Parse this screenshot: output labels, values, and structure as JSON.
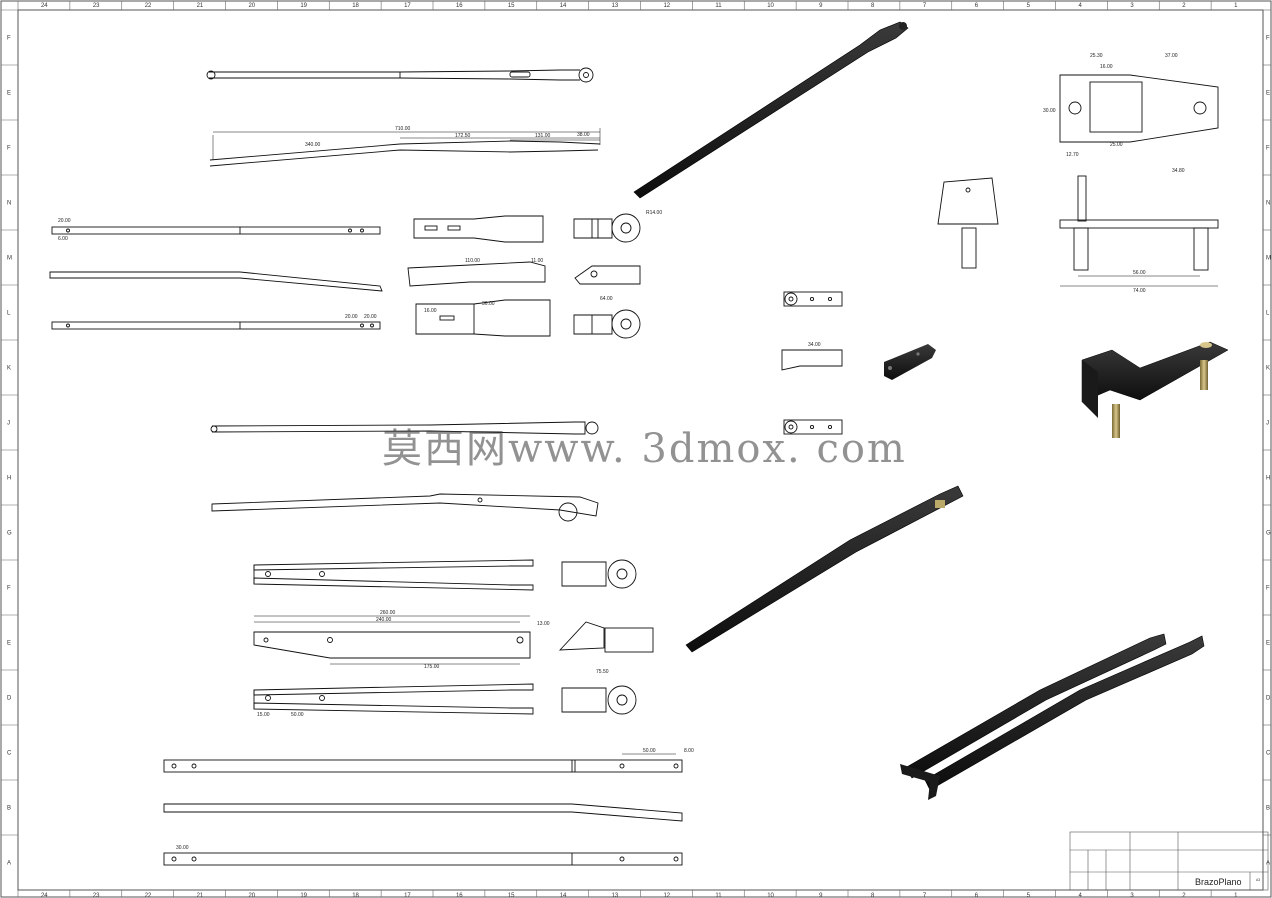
{
  "sheet": {
    "zones_top": [
      "24",
      "23",
      "22",
      "21",
      "20",
      "19",
      "18",
      "17",
      "16",
      "15",
      "14",
      "13",
      "12",
      "11",
      "10",
      "9",
      "8",
      "7",
      "6",
      "5",
      "4",
      "3",
      "2",
      "1"
    ],
    "zones_side": [
      "F",
      "E",
      "F",
      "N",
      "M",
      "L",
      "K",
      "J",
      "H",
      "G",
      "F",
      "E",
      "D",
      "C",
      "B",
      "A"
    ]
  },
  "watermark": "莫西网www. 3dmox. com",
  "dimensions": {
    "arm_overall": "710.00",
    "arm_a": "340.00",
    "arm_b": "172.50",
    "arm_c": "131.00",
    "arm_d": "38.00",
    "clip_w": "20.00",
    "clip_h": "6.00",
    "rod_a": "20.00",
    "rod_b": "20.00",
    "end_len": "110.00",
    "end_w": "11.00",
    "end_wide": "64.00",
    "end_16": "16.00",
    "end_36": "36.00",
    "end_r": "R14.00",
    "link_34": "34.00",
    "b1": "260.00",
    "b2": "240.00",
    "b3": "175.00",
    "b4": "13.00",
    "b5": "75.50",
    "b6": "50.00",
    "b7": "15.00",
    "bar_50": "50.00",
    "bar_8": "8.00",
    "bar_30": "30.00",
    "br_2530": "25.30",
    "br_37": "37.00",
    "br_16": "16.00",
    "br_25": "25.00",
    "br_30": "30.00",
    "br_1270": "12.70",
    "br_34": "34.80",
    "br_56": "56.00",
    "br_74": "74.00"
  },
  "title_block": {
    "part_name": "BrazoPlano",
    "size": "A3"
  }
}
